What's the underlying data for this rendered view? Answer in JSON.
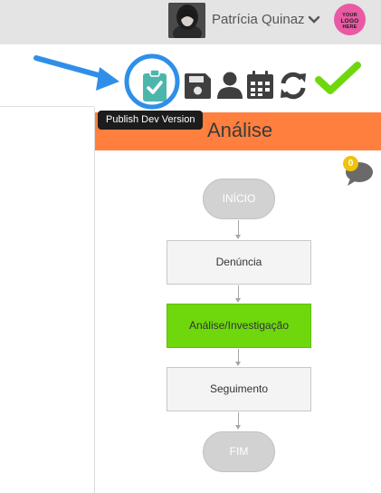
{
  "header": {
    "user_name": "Patrícia Quinaz",
    "logo_text": [
      "YOUR",
      "LOGO",
      "HERE"
    ]
  },
  "toolbar": {
    "icons": [
      "clipboard-check-icon",
      "floppy-disk-icon",
      "user-icon",
      "calendar-icon",
      "refresh-icon",
      "checkmark-icon"
    ],
    "tooltip": "Publish Dev Version"
  },
  "panel": {
    "title": "Análise",
    "comment_count": "0"
  },
  "flow": {
    "start": "INÍCIO",
    "steps": [
      {
        "label": "Denúncia",
        "active": false
      },
      {
        "label": "Análise/Investigação",
        "active": true
      },
      {
        "label": "Seguimento",
        "active": false
      }
    ],
    "end": "FIM"
  },
  "colors": {
    "header_bar": "#e4e4e4",
    "panel_header": "#ff7f3f",
    "active_step": "#6ed80d",
    "icon_teal": "#4db6ac",
    "icon_dark": "#3f3f3f",
    "confirm_green": "#6ed80d",
    "annotation_blue": "#2f8fe8",
    "logo_pink": "#e85aa4",
    "badge_yellow": "#f0c20c"
  }
}
